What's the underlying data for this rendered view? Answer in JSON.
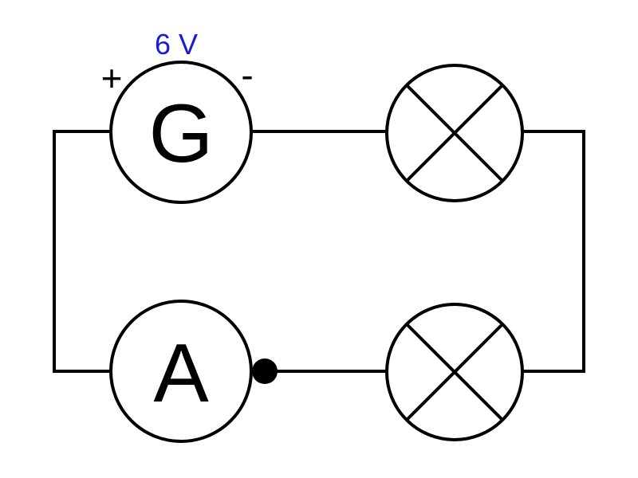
{
  "generator": {
    "letter": "G",
    "voltage_label": "6 V",
    "plus_sign": "+",
    "minus_sign": "-"
  },
  "ammeter": {
    "letter": "A"
  },
  "lamps": [
    {
      "symbol": "lamp-cross"
    },
    {
      "symbol": "lamp-cross"
    }
  ],
  "colors": {
    "voltage_label": "#1a1adc",
    "line": "#000000",
    "background": "#ffffff"
  }
}
